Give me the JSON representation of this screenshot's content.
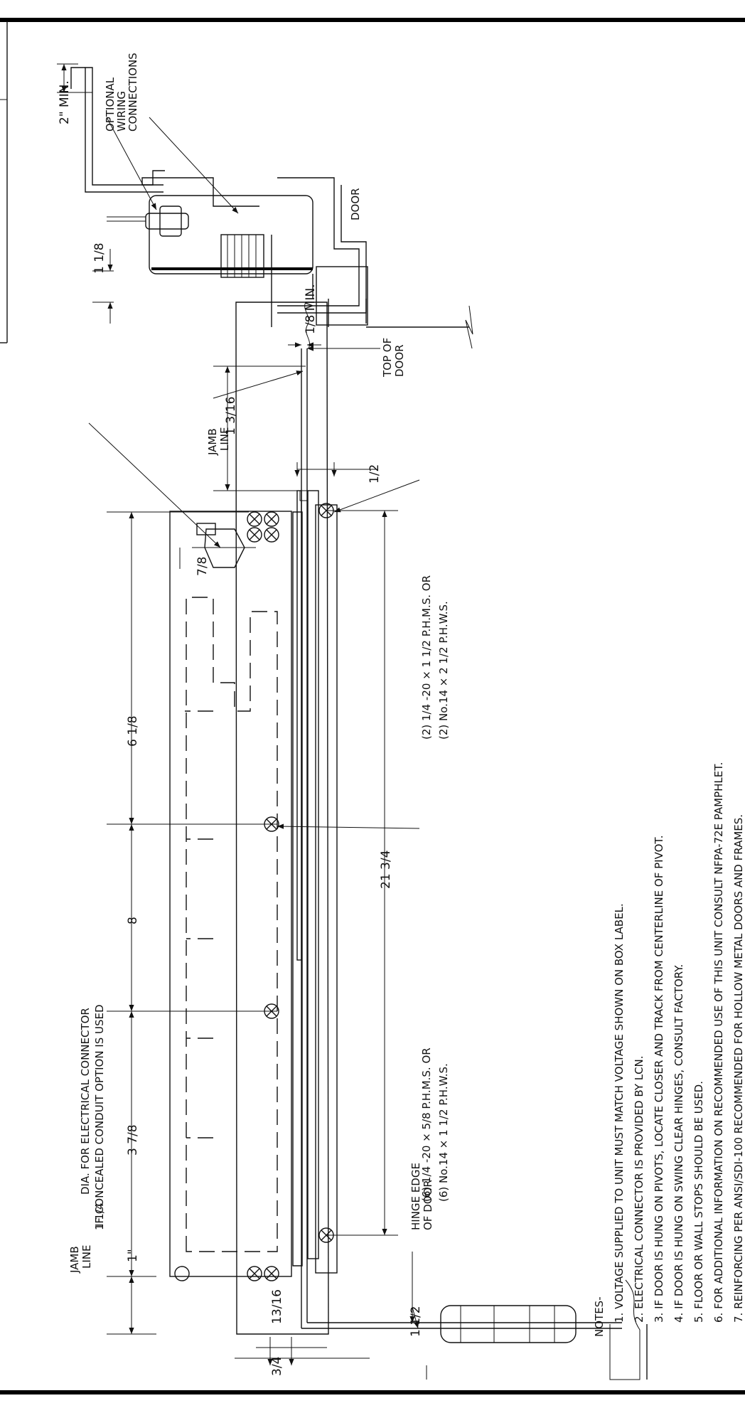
{
  "labels": {
    "jamb_line_left": [
      "JAMB",
      "LINE"
    ],
    "jamb_line_right": [
      "JAMB",
      "LINE"
    ],
    "hinge_edge": [
      "HINGE EDGE",
      "OF DOOR"
    ],
    "top_of_door": [
      "TOP OF",
      "DOOR"
    ],
    "door": "DOOR",
    "optional_wiring": [
      "OPTIONAL",
      "WIRING",
      "CONNECTIONS"
    ],
    "connector_note": [
      "DIA. FOR ELECTRICAL CONNECTOR",
      "IF CONCEALED CONDUIT OPTION IS USED"
    ],
    "connector_dia": "1 1/4",
    "screws_six": [
      "(6) 1/4 -20 × 5/8 P.H.M.S. OR",
      "(6) No.14 × 1 1/2 P.H.W.S."
    ],
    "screws_two": [
      "(2) 1/4 -20 × 1 1/2 P.H.M.S. OR",
      "(2) No.14 × 2 1/2 P.H.W.S."
    ]
  },
  "dimensions": {
    "d_1": "1\"",
    "d_3_7_8": "3 7/8",
    "d_8": "8",
    "d_6_1_8": "6 1/8",
    "d_7_8": "7/8",
    "d_1_3_16": "1 3/16",
    "d_1_2": "1/2",
    "d_1_8_min": "1/8 MIN.",
    "d_21_3_4": "21 3/4",
    "d_1_1_2": "1 1/2",
    "d_3_4": "3/4",
    "d_13_16": "13/16",
    "d_1_1_8": "1 1/8",
    "d_2_min": "2\" MIN."
  },
  "notes": {
    "heading": "NOTES-",
    "items": [
      "1.  VOLTAGE SUPPLIED TO UNIT MUST MATCH VOLTAGE SHOWN ON BOX LABEL.",
      "2.  ELECTRICAL CONNECTOR IS PROVIDED BY LCN.",
      "3.  IF DOOR IS HUNG ON PIVOTS, LOCATE CLOSER AND TRACK FROM CENTERLINE OF PIVOT.",
      "4.  IF DOOR IS HUNG ON SWING CLEAR HINGES, CONSULT FACTORY.",
      "5.  FLOOR OR WALL STOPS SHOULD BE USED.",
      "6.  FOR ADDITIONAL INFORMATION ON RECOMMENDED USE OF THIS UNIT CONSULT NFPA-72E PAMPHLET.",
      "7.  REINFORCING PER ANSI/SDI-100 RECOMMENDED FOR HOLLOW METAL DOORS AND FRAMES."
    ]
  }
}
